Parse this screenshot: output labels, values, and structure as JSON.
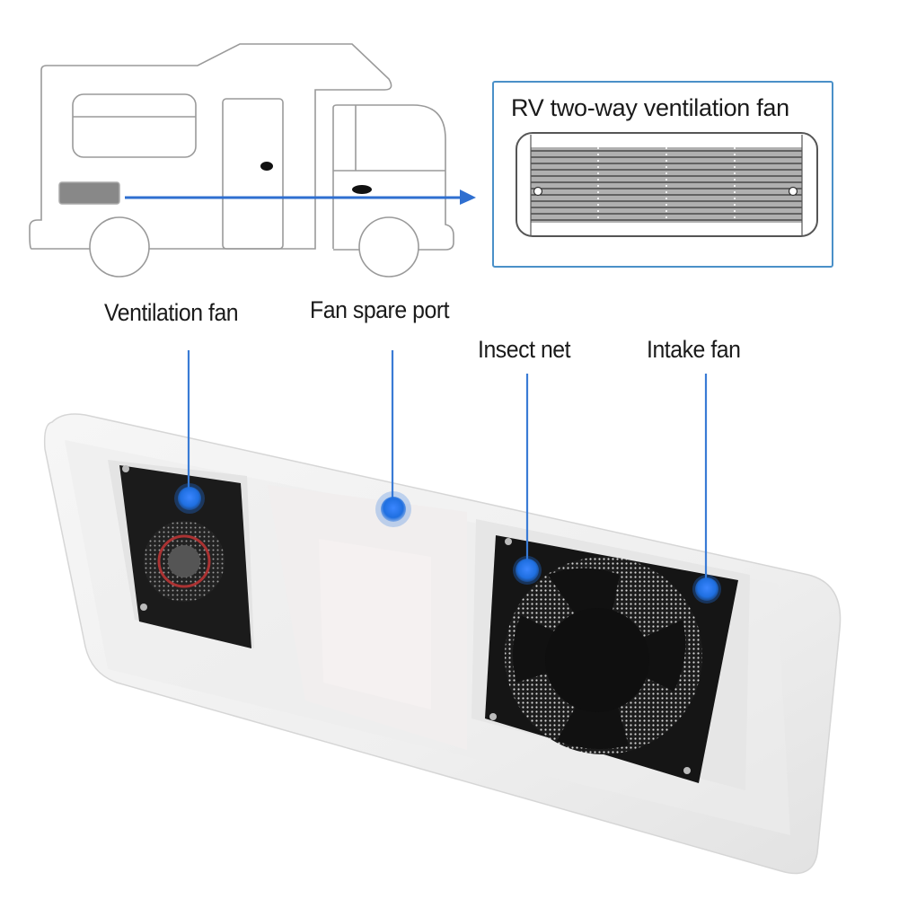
{
  "diagram": {
    "callout_box": {
      "title": "RV two-way ventilation fan",
      "border_color": "#4a90c8"
    },
    "rv_illustration": {
      "arrow_color": "#2f6fd0",
      "outline_color": "#9a9a9a"
    },
    "labels": [
      {
        "id": "ventilation-fan",
        "text": "Ventilation fan"
      },
      {
        "id": "fan-spare-port",
        "text": "Fan spare port"
      },
      {
        "id": "insect-net",
        "text": "Insect net"
      },
      {
        "id": "intake-fan",
        "text": "Intake fan"
      }
    ],
    "marker_color": "#1f6fe0",
    "leader_line_color": "#3a7bd5"
  }
}
